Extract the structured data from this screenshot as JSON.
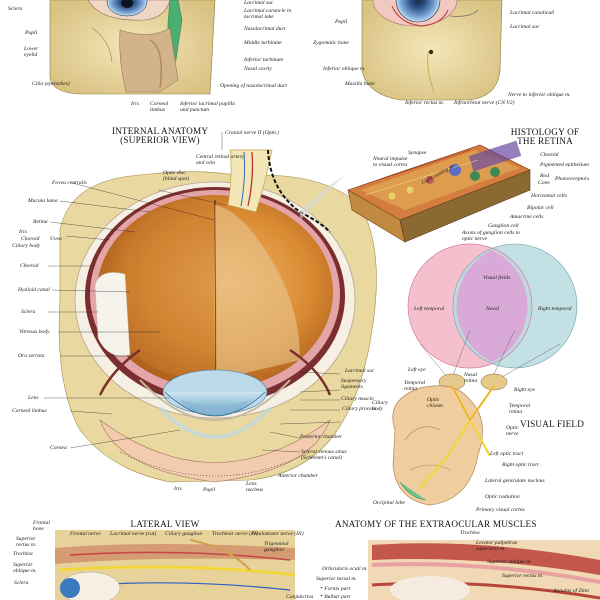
{
  "titles": {
    "internal_line1": "INTERNAL ANATOMY",
    "internal_line2": "(SUPERIOR VIEW)",
    "histology_line1": "HISTOLOGY OF",
    "histology_line2": "THE RETINA",
    "visual_field": "VISUAL FIELD",
    "lateral": "LATERAL VIEW",
    "extraocular": "ANATOMY OF THE EXTRAOCULAR MUSCLES"
  },
  "labels": {
    "sclera_top": "Sclera",
    "pupil_top": "Pupil",
    "lower_eyelid": "Lower eyelid",
    "cilia": "Cilia (eyelashes)",
    "iris_top": "Iris",
    "corneal_limbus_top": "Corneal limbus",
    "inferior_lacrimal": "Inferior lacrimal papilla and punctum",
    "lacrimal_sac_top": "Lacrimal sac",
    "lacrimal_caruncle": "Lacrimal caruncle in lacrimal lake",
    "nasolacrimal_duct": "Nasolacrimal duct",
    "middle_turbinate": "Middle turbinate",
    "inferior_turbinate": "Inferior turbinate",
    "nasal_cavity": "Nasal cavity",
    "opening_nasolacrimal": "Opening of nasolacrimal duct",
    "pupil_top2": "Pupil",
    "zygomatic_bone": "Zygomatic bone",
    "inferior_oblique_top": "Inferior oblique m.",
    "maxilla_bone": "Maxilla bone",
    "inferior_rectus_top": "Inferior rectus m.",
    "infraorbital_nerve": "Infraorbital nerve (CN V2)",
    "lacrimal_canaliculi": "Lacrimal canaliculi",
    "lacrimal_sac_top2": "Lacrimal sac",
    "nerve_inferior_oblique": "Nerve to inferior oblique m.",
    "cranial_nerve_ii": "Cranial nerve II (Optic)",
    "central_retinal": "Central retinal artery and vein",
    "optic_disc": "Optic disc (blind spot)",
    "fovea": "Fovea centralis",
    "macula": "Macula lutea",
    "retina": "Retina",
    "iris": "Iris",
    "choroid": "Choroid",
    "ciliary_body": "Ciliary body",
    "uvea": "Uvea",
    "choroid2": "Choroid",
    "hyaloid_canal": "Hyaloid canal",
    "sclera": "Sclera",
    "vitreous_body": "Vitreous body",
    "ora_serrata": "Ora serrata",
    "lens": "Lens",
    "corneal_limbus": "Corneal limbus",
    "cornea": "Cornea",
    "iris_bottom": "Iris",
    "pupil_bottom": "Pupil",
    "lens_nucleus": "Lens nucleus",
    "anterior_chamber": "Anterior chamber",
    "scleral_venous_sinus": "Scleral venous sinus (Schlemm's canal)",
    "posterior_chamber": "Posterior chamber",
    "ciliary_process": "Ciliary process",
    "ciliary_muscle": "Ciliary muscle",
    "ciliary_body2": "Ciliary body",
    "suspensory_ligaments": "Suspensory ligaments",
    "lacrimal_sac": "Lacrimal sac",
    "neural_impulse": "Neural impulse to visual cortex",
    "synapse": "Synapse",
    "light_coming_in": "Light coming in",
    "choroid_histo": "Choroid",
    "pigmented_epithelium": "Pigmented epithelium",
    "rod": "Rod",
    "cone": "Cone",
    "photoreceptors": "Photoreceptors",
    "horizontal_cells": "Horizontal cells",
    "bipolar_cell": "Bipolar cell",
    "amacrine_cells": "Amacrine cells",
    "ganglion_cell": "Ganglion cell",
    "axons_ganglion": "Axons of ganglion cells to optic nerve",
    "visual_fields": "Visual fields",
    "left_temporal": "Left temporal",
    "nasal": "Nasal",
    "right_temporal": "Right temporal",
    "left_eye": "Left eye",
    "nasal_retina": "Nasal retina",
    "temporal_retina_left": "Temporal retina",
    "right_eye": "Right eye",
    "temporal_retina_right": "Temporal retina",
    "optic_chiasm": "Optic chiasm",
    "optic_nerve": "Optic nerve",
    "left_optic_tract": "Left optic tract",
    "right_optic_tract": "Right optic tract",
    "lateral_geniculate": "Lateral geniculate nucleus",
    "optic_radiation": "Optic radiation",
    "occipital_lobe": "Occipital lobe",
    "primary_visual_cortex": "Primary visual cortex",
    "frontal_bone": "Frontal bone",
    "frontal_nerve": "Frontal nerve",
    "lacrimal_nerve": "Lacrimal nerve (cut)",
    "ciliary_ganglion": "Ciliary ganglion",
    "trochlear_nerve": "Trochlear nerve (IV)",
    "oculomotor_nerve": "Oculomotor nerve (III)",
    "superior_rectus_lat": "Superior rectus m.",
    "trochlea_lat": "Trochlea",
    "superior_oblique_lat": "Superior oblique m.",
    "sclera_lat": "Sclera",
    "trigeminal_ganglion": "Trigeminal ganglion",
    "trochlea_ext": "Trochlea",
    "levator_palpebrae": "Levator palpebrae superioris m.",
    "superior_oblique_ext": "Superior oblique m.",
    "superior_rectus_ext": "Superior rectus m.",
    "annulus_zinn": "Annulus of Zinn",
    "orbicularis_oculi": "Orbicularis oculi m.",
    "superior_tarsal": "Superior tarsal m.",
    "fornix_part": "* Fornix part",
    "bulbar_part": "* Bulbar part",
    "conjunctiva": "Conjunctiva"
  }
}
